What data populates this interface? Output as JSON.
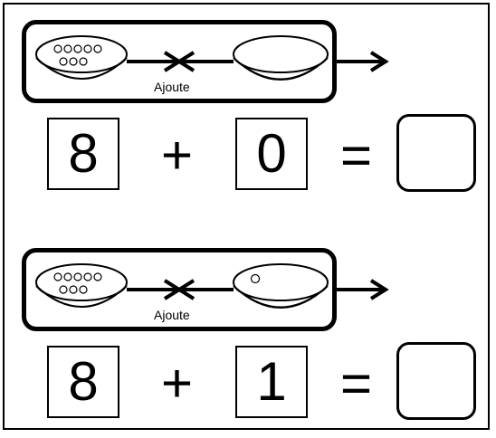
{
  "colors": {
    "stroke": "#000000",
    "background": "#ffffff"
  },
  "problems": [
    {
      "operator_label": "Ajoute",
      "a": "8",
      "plus": "+",
      "b": "0",
      "equals": "=",
      "answer": "",
      "left_bowl_items": 8,
      "right_bowl_items": 0
    },
    {
      "operator_label": "Ajoute",
      "a": "8",
      "plus": "+",
      "b": "1",
      "equals": "=",
      "answer": "",
      "left_bowl_items": 8,
      "right_bowl_items": 1
    }
  ]
}
